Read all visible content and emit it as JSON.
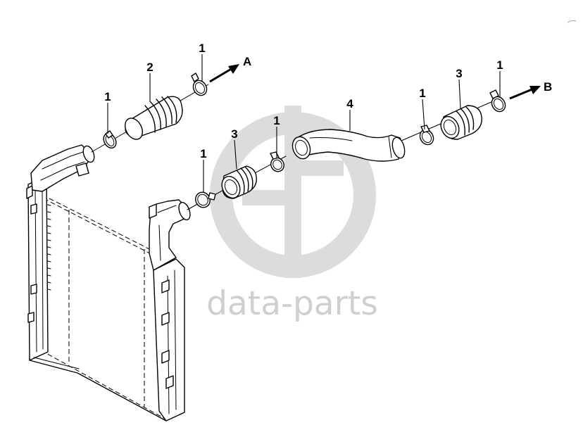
{
  "watermark": {
    "text": "data-parts",
    "logo_icon": "gp-logo-icon",
    "color": "#cfcfcf"
  },
  "callouts": {
    "clamp": "1",
    "hose_upper": "2",
    "sleeve": "3",
    "pipe": "4",
    "arrow_a": "A",
    "arrow_b": "B"
  },
  "colors": {
    "line": "#000000",
    "background": "#ffffff"
  }
}
